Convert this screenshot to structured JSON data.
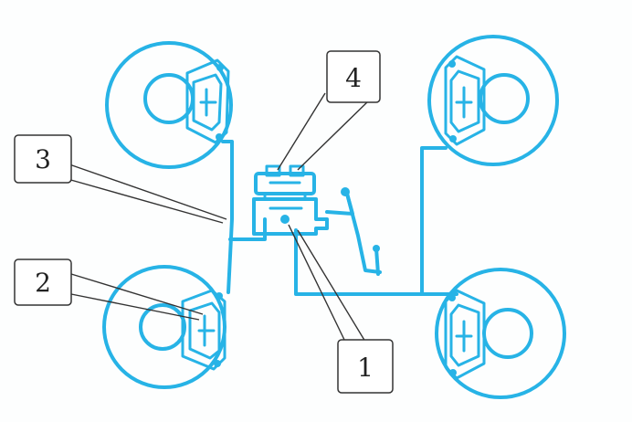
{
  "colors": {
    "line": "#27b3e6",
    "callout_border": "#333333",
    "callout_text": "#222222",
    "background": "#fdfefe"
  },
  "callouts": [
    {
      "id": "1",
      "label": "1"
    },
    {
      "id": "2",
      "label": "2"
    },
    {
      "id": "3",
      "label": "3"
    },
    {
      "id": "4",
      "label": "4"
    }
  ],
  "components": {
    "wheels": [
      "front-left",
      "front-right",
      "rear-left",
      "rear-right"
    ]
  }
}
